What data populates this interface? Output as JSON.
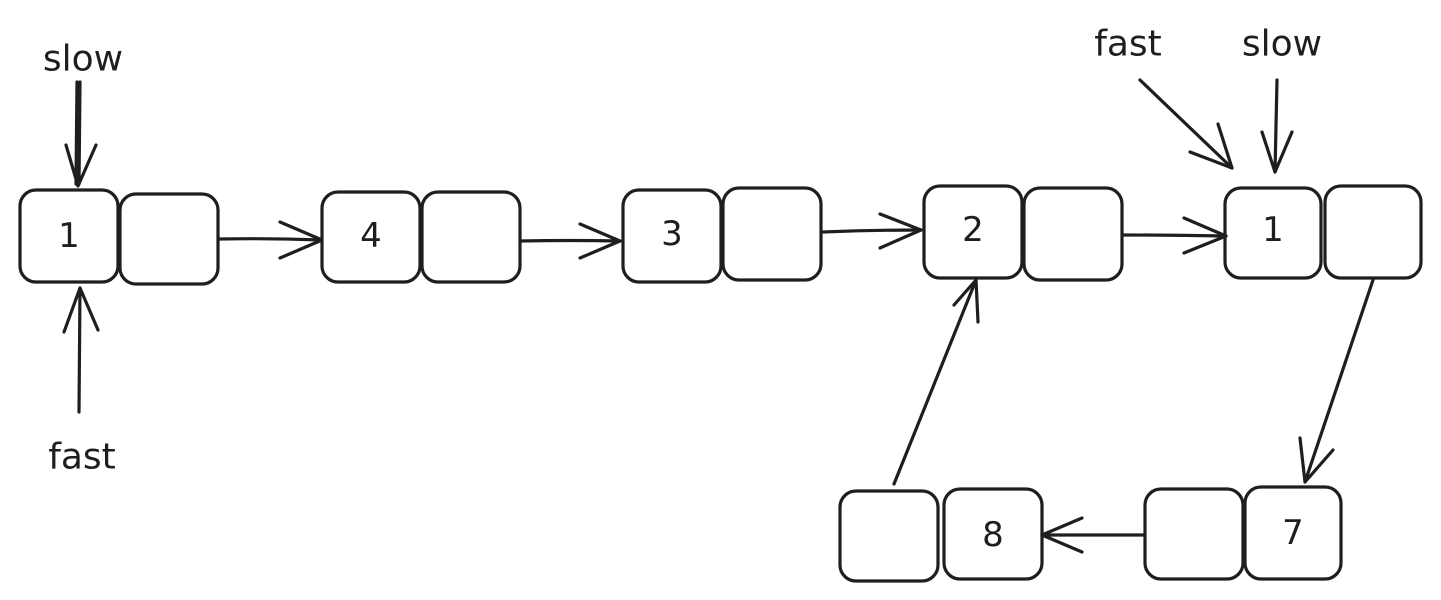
{
  "nodes": [
    {
      "id": "n1",
      "value": "1"
    },
    {
      "id": "n4",
      "value": "4"
    },
    {
      "id": "n3",
      "value": "3"
    },
    {
      "id": "n2",
      "value": "2"
    },
    {
      "id": "n1b",
      "value": "1"
    },
    {
      "id": "n7",
      "value": "7"
    },
    {
      "id": "n8",
      "value": "8"
    }
  ],
  "links": [
    {
      "from": "n1",
      "to": "n4"
    },
    {
      "from": "n4",
      "to": "n3"
    },
    {
      "from": "n3",
      "to": "n2"
    },
    {
      "from": "n2",
      "to": "n1b"
    },
    {
      "from": "n1b",
      "to": "n7"
    },
    {
      "from": "n7",
      "to": "n8"
    },
    {
      "from": "n8",
      "to": "n2"
    }
  ],
  "pointers": {
    "start_slow": {
      "label": "slow",
      "target": "n1"
    },
    "start_fast": {
      "label": "fast",
      "target": "n1"
    },
    "meet_fast": {
      "label": "fast",
      "target": "n1b"
    },
    "meet_slow": {
      "label": "slow",
      "target": "n1b"
    }
  }
}
